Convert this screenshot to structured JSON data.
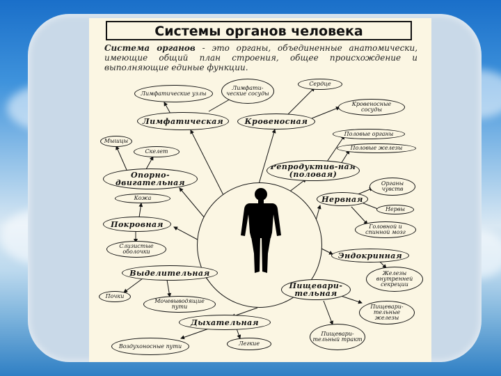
{
  "title": "Системы органов человека",
  "intro": {
    "term": "Система органов",
    "text": " - это органы, объединенные анатомически, имеющие общий план строения, общее происхождение и выполняющие единые функции."
  },
  "systems": {
    "lymphatic": "Лимфатическая",
    "circulatory": "Кровеносная",
    "musculoskeletal": "Опорно-двигательная",
    "reproductive": "Репродуктив-ная (половая)",
    "nervous": "Нервная",
    "integumentary": "Покровная",
    "endocrine": "Эндокринная",
    "excretory": "Выделительная",
    "digestive": "Пищевари-тельная",
    "respiratory": "Дыхательная"
  },
  "organs": {
    "lymph_nodes": "Лимфатические узлы",
    "lymph_vessels": "Лимфати-ческие сосуды",
    "heart": "Сердце",
    "blood_vessels": "Кровеносные сосуды",
    "genitals": "Половые органы",
    "gonads": "Половые железы",
    "muscles": "Мышцы",
    "skeleton": "Скелет",
    "sense_organs": "Органы чувств",
    "skin": "Кожа",
    "nerves": "Нервы",
    "brain_spinal": "Головной и спинной мозг",
    "mucous": "Слизистые оболочки",
    "endocrine_glands": "Железы внутренней секреции",
    "kidneys": "Почки",
    "urinary": "Мочевыводящие пути",
    "digestive_glands": "Пищевари-тельные железы",
    "airways": "Воздухоносные пути",
    "lungs": "Легкие",
    "digestive_tract": "Пищевари-тельный тракт"
  }
}
